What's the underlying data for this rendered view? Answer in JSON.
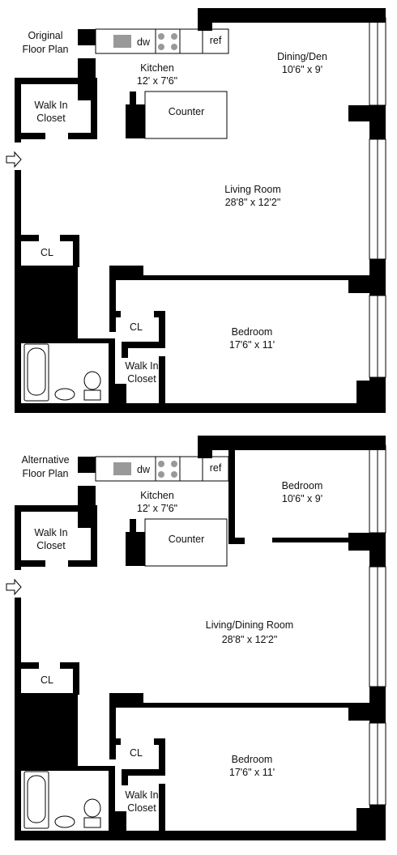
{
  "plans": [
    {
      "title_line1": "Original",
      "title_line2": "Floor Plan",
      "rooms": {
        "dining": {
          "name": "Dining/Den",
          "size": "10'6\" x 9'"
        },
        "kitchen": {
          "name": "Kitchen",
          "size": "12' x 7'6\""
        },
        "counter": "Counter",
        "closet_top_line1": "Walk In",
        "closet_top_line2": "Closet",
        "living": {
          "name": "Living Room",
          "size": "28'8\" x 12'2\""
        },
        "cl_left": "CL",
        "cl_bed": "CL",
        "bedroom": {
          "name": "Bedroom",
          "size": "17'6\" x 11'"
        },
        "closet_bed_line1": "Walk In",
        "closet_bed_line2": "Closet",
        "dw": "dw",
        "ref": "ref"
      }
    },
    {
      "title_line1": "Alternative",
      "title_line2": "Floor Plan",
      "rooms": {
        "dining": {
          "name": "Bedroom",
          "size": "10'6\" x 9'"
        },
        "kitchen": {
          "name": "Kitchen",
          "size": "12' x 7'6\""
        },
        "counter": "Counter",
        "closet_top_line1": "Walk In",
        "closet_top_line2": "Closet",
        "living": {
          "name": "Living/Dining Room",
          "size": "28'8\" x 12'2\""
        },
        "cl_left": "CL",
        "cl_bed": "CL",
        "bedroom": {
          "name": "Bedroom",
          "size": "17'6\" x 11'"
        },
        "closet_bed_line1": "Walk In",
        "closet_bed_line2": "Closet",
        "dw": "dw",
        "ref": "ref"
      }
    }
  ],
  "colors": {
    "wall": "#000000",
    "appliance": "#999999",
    "background": "#ffffff"
  }
}
